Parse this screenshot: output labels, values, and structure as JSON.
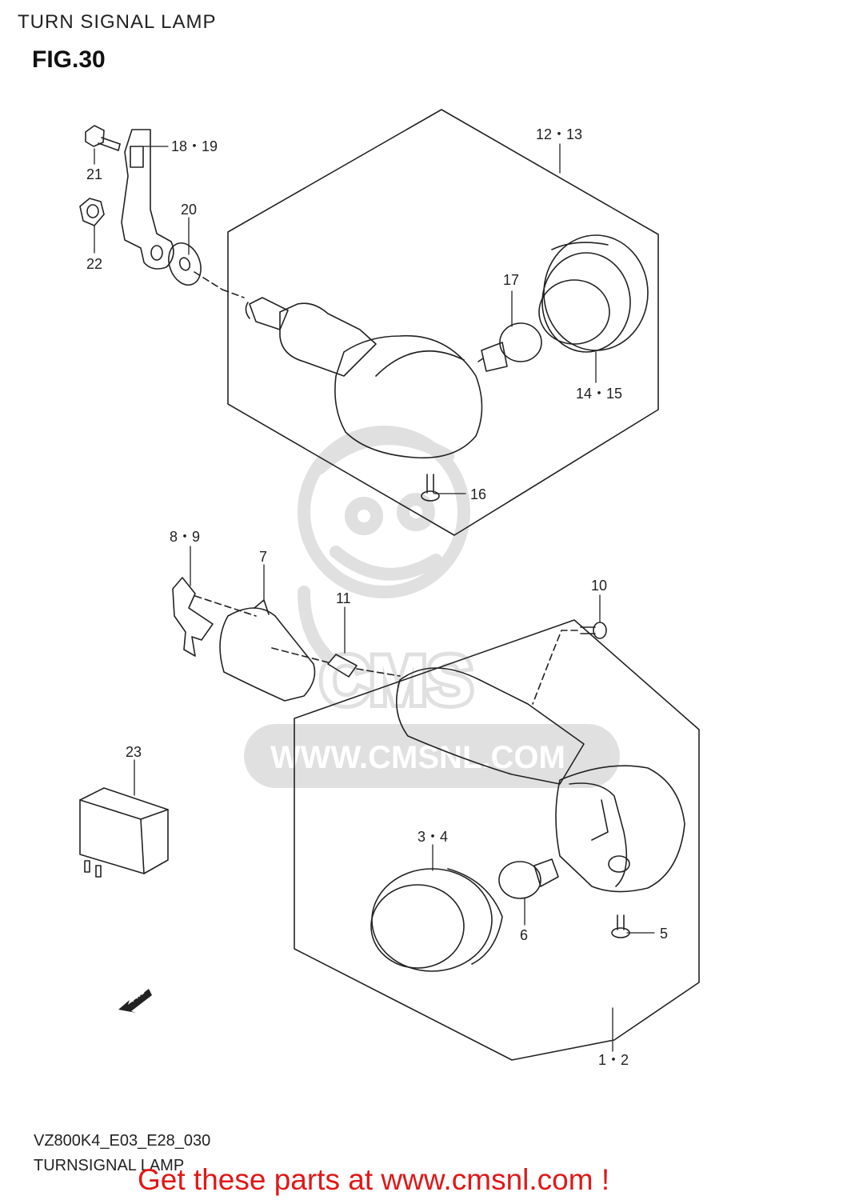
{
  "header": {
    "heading": "TURN SIGNAL LAMP",
    "figure": "FIG.30"
  },
  "callouts": {
    "c12_13": "12・13",
    "c14_15": "14・15",
    "c16": "16",
    "c17": "17",
    "c18_19": "18・19",
    "c20": "20",
    "c21": "21",
    "c22": "22",
    "c8_9": "8・9",
    "c7": "7",
    "c11": "11",
    "c10": "10",
    "c23": "23",
    "c3_4": "3・4",
    "c6": "6",
    "c5": "5",
    "c1_2": "1・2"
  },
  "fwd_label": "FWD",
  "watermark": {
    "logo": "CMS",
    "url": "WWW.CMSNL.COM"
  },
  "footer": {
    "model_code": "VZ800K4_E03_E28_030",
    "title": "TURNSIGNAL LAMP",
    "cta": "Get these parts at www.cmsnl.com !"
  },
  "colors": {
    "line": "#222222",
    "watermark": "#cfcfcf",
    "cta": "#e01818"
  }
}
